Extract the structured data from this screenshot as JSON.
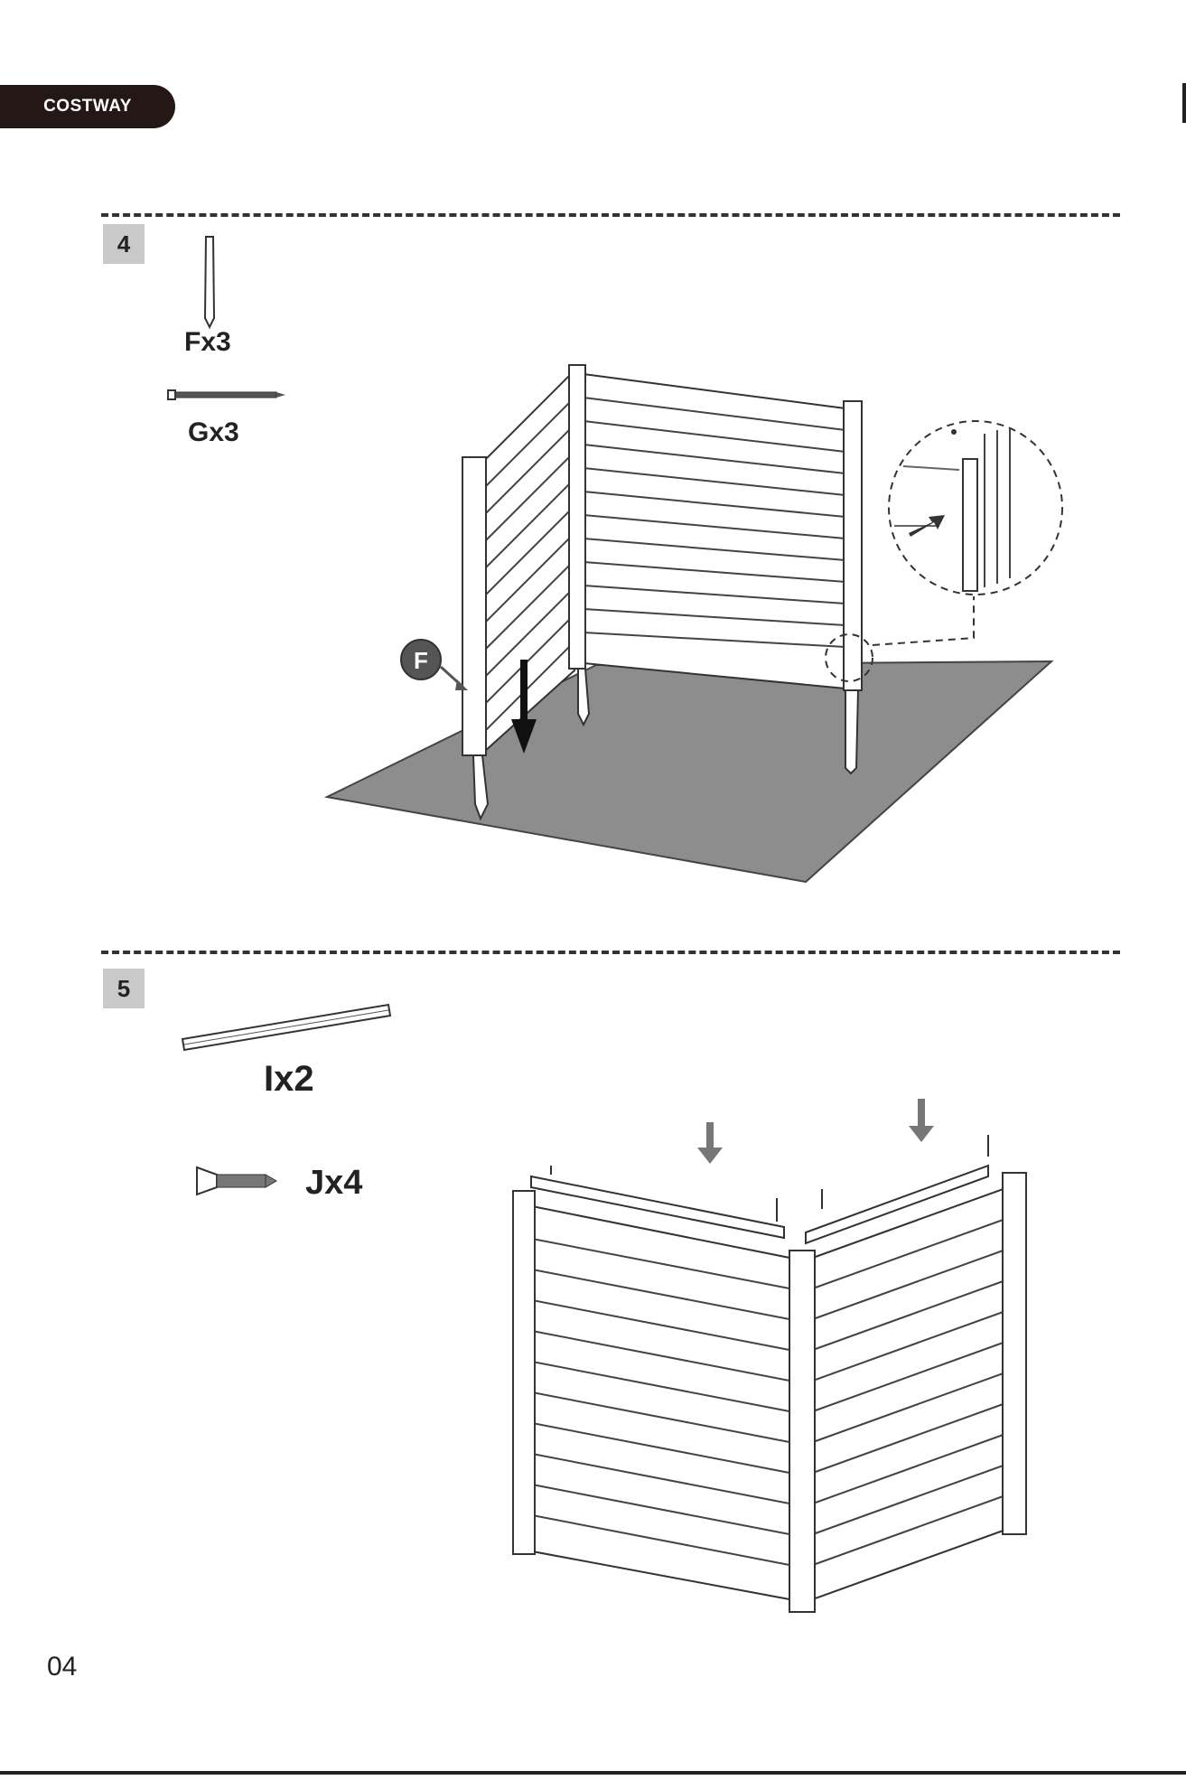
{
  "header": {
    "brand": "COSTWAY"
  },
  "steps": [
    {
      "number": "4",
      "parts": [
        {
          "label": "Fx3",
          "icon": "stake-icon"
        },
        {
          "label": "Gx3",
          "icon": "screw-icon"
        }
      ],
      "callout": "F"
    },
    {
      "number": "5",
      "parts": [
        {
          "label": "Ix2",
          "icon": "rail-icon"
        },
        {
          "label": "Jx4",
          "icon": "screw-icon"
        }
      ]
    }
  ],
  "footer": {
    "page_number": "04"
  }
}
